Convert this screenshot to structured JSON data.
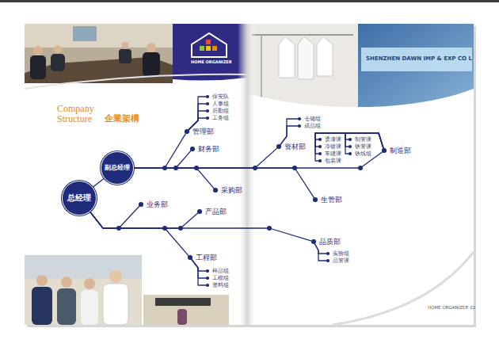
{
  "diagram": {
    "title": "Company Structure",
    "nodes": [
      {
        "text": [
          "总经理"
        ]
      },
      {
        "text": [
          "副总经理"
        ]
      },
      {
        "text": [
          "管理部"
        ]
      },
      {
        "text": [
          "保安队"
        ]
      },
      {
        "text": [
          "人事组"
        ]
      },
      {
        "text": [
          "后勤组"
        ]
      },
      {
        "text": [
          "工务组"
        ]
      },
      {
        "text": [
          "财务部"
        ]
      },
      {
        "text": [
          "采购部"
        ]
      },
      {
        "text": [
          "资材部"
        ]
      },
      {
        "text": [
          "仓储组"
        ]
      },
      {
        "text": [
          "成品组"
        ]
      },
      {
        "text": [
          "制造部"
        ]
      },
      {
        "text": [
          "烫漆课"
        ]
      },
      {
        "text": [
          "制管课"
        ]
      },
      {
        "text": [
          "冷镀课"
        ]
      },
      {
        "text": [
          "铁管课"
        ]
      },
      {
        "text": [
          "车缝课"
        ]
      },
      {
        "text": [
          "铁线组"
        ]
      },
      {
        "text": [
          "包装课"
        ]
      },
      {
        "text": [
          "生管部"
        ]
      },
      {
        "text": [
          "业务部"
        ]
      },
      {
        "text": [
          "产品部"
        ]
      },
      {
        "text": [
          "工程部"
        ]
      },
      {
        "text": [
          "样品组"
        ]
      },
      {
        "text": [
          "工模组"
        ]
      },
      {
        "text": [
          "资料组"
        ]
      },
      {
        "text": [
          "品质部"
        ]
      },
      {
        "text": [
          "实验组"
        ]
      },
      {
        "text": [
          "品管课"
        ]
      }
    ],
    "edges": [
      {
        "from": 0,
        "to": 1,
        "arrow": "none"
      },
      {
        "from": 1,
        "to": 2,
        "arrow": "none"
      },
      {
        "from": 1,
        "to": 7,
        "arrow": "none"
      },
      {
        "from": 1,
        "to": 8,
        "arrow": "none"
      },
      {
        "from": 1,
        "to": 9,
        "arrow": "none"
      },
      {
        "from": 1,
        "to": 12,
        "arrow": "none"
      },
      {
        "from": 1,
        "to": 20,
        "arrow": "none"
      },
      {
        "from": 2,
        "to": 3,
        "arrow": "none"
      },
      {
        "from": 2,
        "to": 4,
        "arrow": "none"
      },
      {
        "from": 2,
        "to": 5,
        "arrow": "none"
      },
      {
        "from": 2,
        "to": 6,
        "arrow": "none"
      },
      {
        "from": 9,
        "to": 10,
        "arrow": "none"
      },
      {
        "from": 9,
        "to": 11,
        "arrow": "none"
      },
      {
        "from": 12,
        "to": 13,
        "arrow": "none"
      },
      {
        "from": 12,
        "to": 14,
        "arrow": "none"
      },
      {
        "from": 12,
        "to": 15,
        "arrow": "none"
      },
      {
        "from": 12,
        "to": 16,
        "arrow": "none"
      },
      {
        "from": 12,
        "to": 17,
        "arrow": "none"
      },
      {
        "from": 12,
        "to": 18,
        "arrow": "none"
      },
      {
        "from": 12,
        "to": 19,
        "arrow": "none"
      },
      {
        "from": 0,
        "to": 21,
        "arrow": "none"
      },
      {
        "from": 0,
        "to": 22,
        "arrow": "none"
      },
      {
        "from": 0,
        "to": 23,
        "arrow": "none"
      },
      {
        "from": 0,
        "to": 27,
        "arrow": "none"
      },
      {
        "from": 23,
        "to": 24,
        "arrow": "none"
      },
      {
        "from": 23,
        "to": 25,
        "arrow": "none"
      },
      {
        "from": 23,
        "to": 26,
        "arrow": "none"
      },
      {
        "from": 27,
        "to": 28,
        "arrow": "none"
      },
      {
        "from": 27,
        "to": 29,
        "arrow": "none"
      }
    ],
    "labels": [
      "企業架構",
      "HOME ORGANIZER",
      "SHENZHEN DAWN IMP & EXP CO L",
      "HOME ORGANIZER 02"
    ]
  }
}
